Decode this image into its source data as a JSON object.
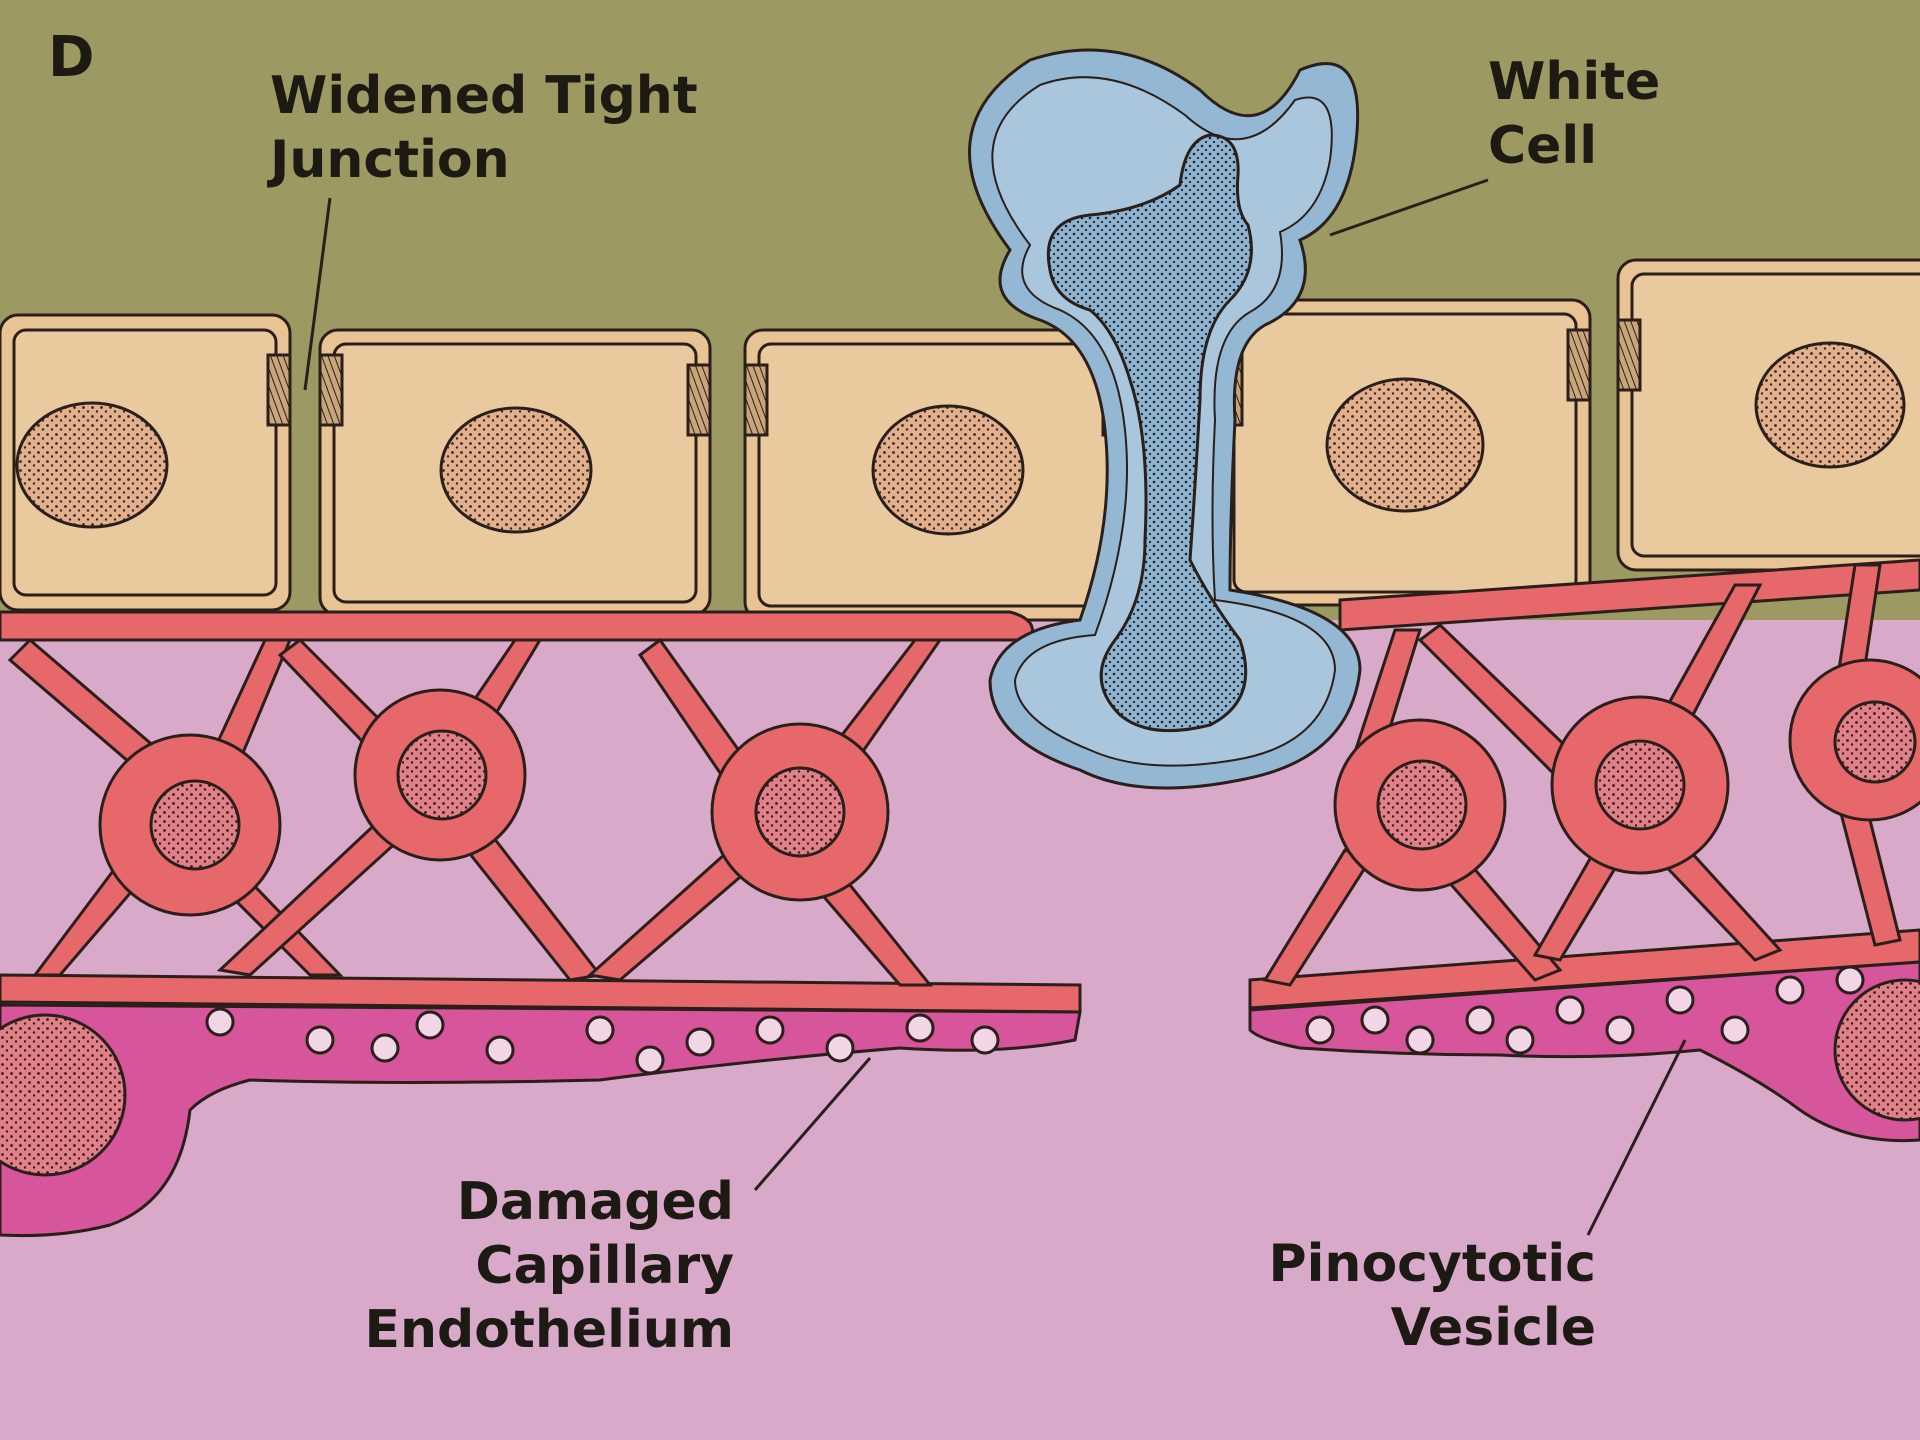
{
  "panel_letter": "D",
  "labels": {
    "tight_junction": [
      "Widened Tight",
      "Junction"
    ],
    "white_cell": [
      "White",
      "Cell"
    ],
    "damaged_endothelium": [
      "Damaged",
      "Capillary",
      "Endothelium"
    ],
    "pinocytotic_vesicle": [
      "Pinocytotic",
      "Vesicle"
    ]
  },
  "colors": {
    "background_top": "#9c9a62",
    "background_bottom": "#d9a9c9",
    "epithelial_cell": "#e8c394",
    "endothelial_cell": "#e7686b",
    "basement_layer": "#d7559a",
    "white_cell": "#94b8d4",
    "outline": "#2a1f1a"
  }
}
